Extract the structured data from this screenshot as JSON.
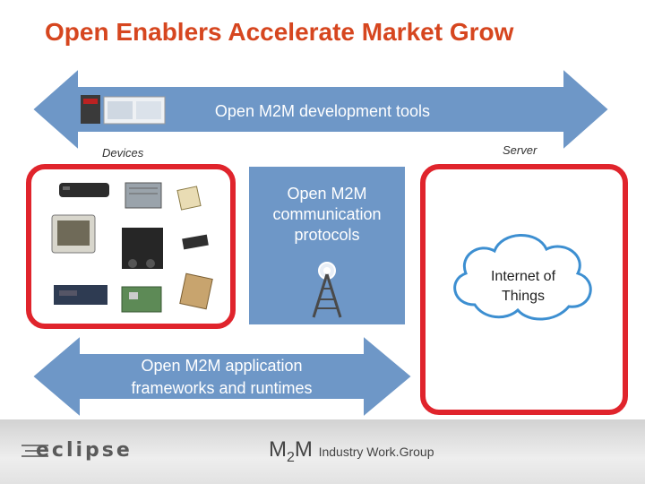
{
  "title": "Open Enablers Accelerate Market Grow",
  "top_arrow": {
    "label": "Open M2M development tools"
  },
  "labels": {
    "devices": "Devices",
    "server": "Server"
  },
  "center": {
    "lines": [
      "Open M2M",
      "communication",
      "protocols"
    ]
  },
  "cloud": {
    "lines": [
      "Internet of",
      "Things"
    ]
  },
  "bottom_arrow": {
    "lines": [
      "Open M2M application",
      "frameworks and runtimes"
    ]
  },
  "footer": {
    "eclipse": "eclipse",
    "m2m_m1": "M",
    "m2m_2": "2",
    "m2m_m2": "M",
    "m2m_sub": "Industry Work.Group"
  },
  "colors": {
    "title": "#d6461f",
    "arrow": "#6e97c7",
    "device_border": "#e0242c",
    "server_border": "#e0242c"
  }
}
